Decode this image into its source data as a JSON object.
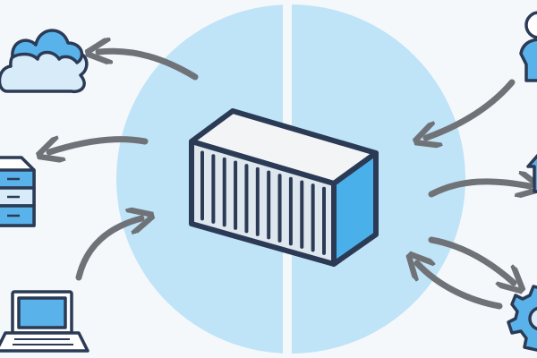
{
  "diagram": {
    "concept": "container-connectivity",
    "nodes": [
      {
        "id": "cloud",
        "icon": "cloud-icon",
        "side": "left"
      },
      {
        "id": "server",
        "icon": "server-rack-icon",
        "side": "left"
      },
      {
        "id": "laptop",
        "icon": "laptop-icon",
        "side": "left"
      },
      {
        "id": "user",
        "icon": "person-icon",
        "side": "right"
      },
      {
        "id": "upload",
        "icon": "upload-icon",
        "side": "right"
      },
      {
        "id": "settings",
        "icon": "gear-icon",
        "side": "right"
      }
    ],
    "center": {
      "icon": "shipping-container-icon"
    },
    "edges": [
      {
        "from": "container",
        "to": "cloud",
        "direction": "outgoing"
      },
      {
        "from": "container",
        "to": "server",
        "direction": "outgoing"
      },
      {
        "from": "laptop",
        "to": "container",
        "direction": "incoming"
      },
      {
        "from": "user",
        "to": "container",
        "direction": "incoming"
      },
      {
        "from": "container",
        "to": "upload",
        "direction": "outgoing"
      },
      {
        "from": "container",
        "to": "settings",
        "direction": "bidirectional"
      }
    ]
  },
  "colors": {
    "background": "#f4f8fb",
    "circle_fill": "#bfe3f7",
    "divider": "#f4f8fb",
    "arrow": "#6f7378",
    "outline": "#2b3a55",
    "icon_blue": "#59b3ea",
    "icon_light": "#d7ecf8",
    "container_top": "#f2f4f6",
    "container_side": "#4ab0ea",
    "container_front": "#dfe7ee",
    "white": "#ffffff"
  }
}
